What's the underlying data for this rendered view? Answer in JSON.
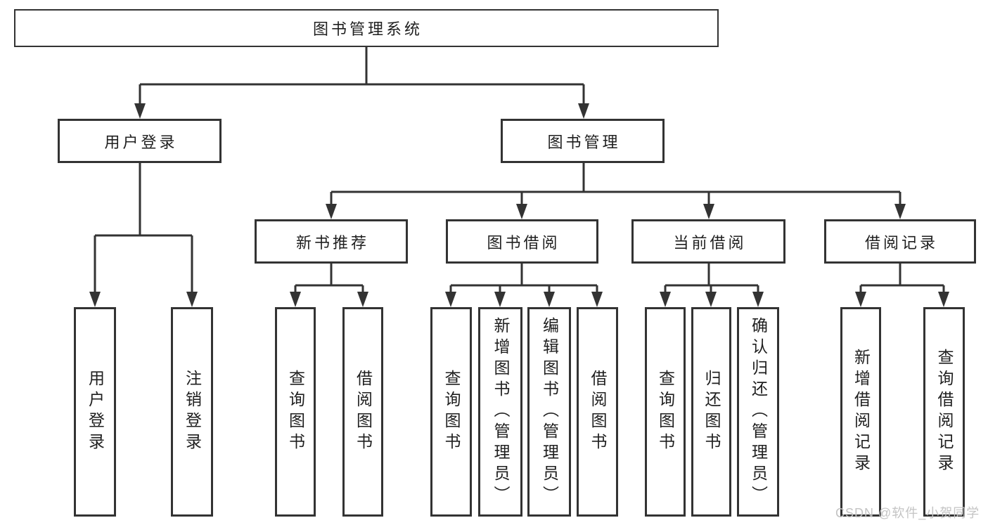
{
  "colors": {
    "line": "#333333",
    "box_border": "#333333",
    "text": "#1f1f1f",
    "background": "#ffffff",
    "watermark_text": "#c4c4c4"
  },
  "diagram": {
    "type": "tree",
    "root": {
      "label": "图书管理系统"
    },
    "branches": [
      {
        "label": "用户登录",
        "children": [
          {
            "label": "用户登录"
          },
          {
            "label": "注销登录"
          }
        ]
      },
      {
        "label": "图书管理",
        "children": [
          {
            "label": "新书推荐",
            "children": [
              {
                "label": "查询图书"
              },
              {
                "label": "借阅图书"
              }
            ]
          },
          {
            "label": "图书借阅",
            "children": [
              {
                "label": "查询图书"
              },
              {
                "label": "新增图书（管理员）"
              },
              {
                "label": "编辑图书（管理员）"
              },
              {
                "label": "借阅图书"
              }
            ]
          },
          {
            "label": "当前借阅",
            "children": [
              {
                "label": "查询图书"
              },
              {
                "label": "归还图书"
              },
              {
                "label": "确认归还（管理员）"
              }
            ]
          },
          {
            "label": "借阅记录",
            "children": [
              {
                "label": "新增借阅记录"
              },
              {
                "label": "查询借阅记录"
              }
            ]
          }
        ]
      }
    ]
  },
  "watermark": {
    "text": "CSDN @软件_小贺同学"
  }
}
